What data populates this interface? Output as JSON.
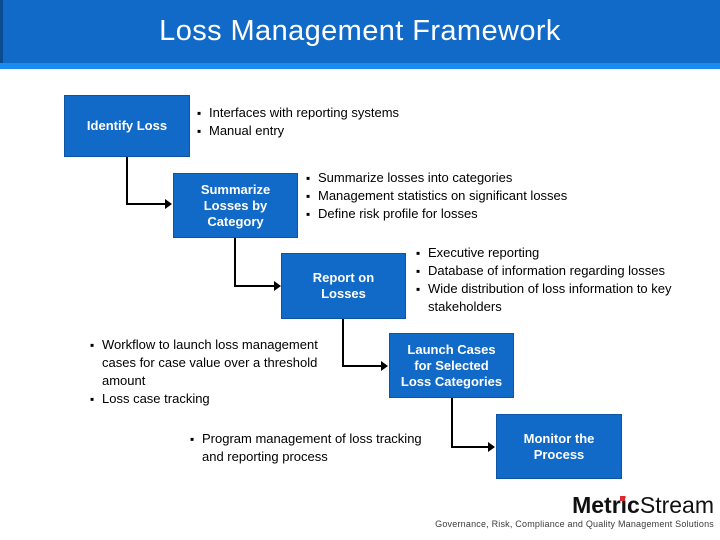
{
  "title": "Loss Management Framework",
  "flow": {
    "boxes": [
      {
        "label": "Identify Loss"
      },
      {
        "label": "Summarize\nLosses by\nCategory"
      },
      {
        "label": "Report on\nLosses"
      },
      {
        "label": "Launch Cases\nfor Selected\nLoss Categories"
      },
      {
        "label": "Monitor the\nProcess"
      }
    ],
    "notes": [
      {
        "items": [
          "Interfaces with reporting systems",
          "Manual entry"
        ]
      },
      {
        "items": [
          "Summarize losses into categories",
          "Management statistics on significant losses",
          "Define risk profile for losses"
        ]
      },
      {
        "items": [
          "Executive reporting",
          "Database of information regarding losses",
          "Wide distribution of loss information to key stakeholders"
        ]
      },
      {
        "items": [
          "Workflow to launch loss management cases for case value over a threshold amount",
          "Loss case tracking"
        ]
      },
      {
        "items": [
          "Program management of loss tracking and reporting process"
        ]
      }
    ]
  },
  "footer": {
    "logo": {
      "bold": "Metric",
      "regular": "Stream"
    },
    "tagline": "Governance, Risk, Compliance and Quality Management Solutions"
  },
  "colors": {
    "header_blue": "#1169c8",
    "accent_stripe_blue": "#1b8cef",
    "left_edge_navy": "#0a4c92",
    "box_fill_blue": "#1169c8",
    "box_border_blue": "#0b55a4",
    "box_text": "#ffffff",
    "connector_black": "#000000",
    "bullet_text_black": "#000000",
    "logo_black": "#111111",
    "logo_dot_red": "#d92b2e",
    "tagline_gray": "#3c3c3c"
  }
}
